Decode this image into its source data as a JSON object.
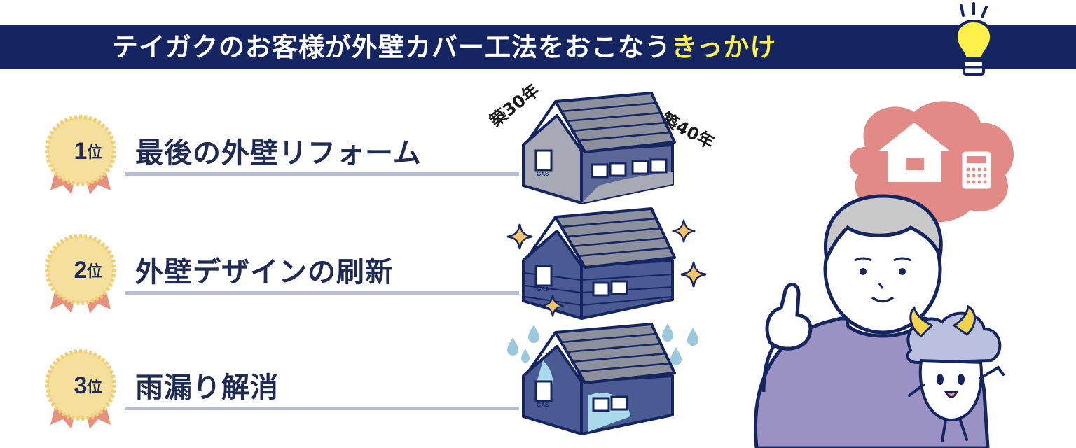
{
  "header": {
    "title_main": "テイガクのお客様が外壁カバー工法をおこなう",
    "title_highlight": "きっかけ"
  },
  "ranks": [
    {
      "number": "1",
      "suffix": "位",
      "label": "最後の外壁リフォーム"
    },
    {
      "number": "2",
      "suffix": "位",
      "label": "外壁デザインの刷新"
    },
    {
      "number": "3",
      "suffix": "位",
      "label": "雨漏り解消"
    }
  ],
  "house_labels": {
    "age_30": "築30年",
    "age_40": "築40年",
    "gas": "GAS"
  },
  "colors": {
    "navy": "#152561",
    "highlight": "#fff14a",
    "medal_gold": "#f5df9c",
    "ribbon": "#e8907e",
    "bubble": "#e28a86",
    "shirt": "#9b92c4",
    "hair": "#c9c9c9",
    "rule": "#b8bfd3"
  }
}
